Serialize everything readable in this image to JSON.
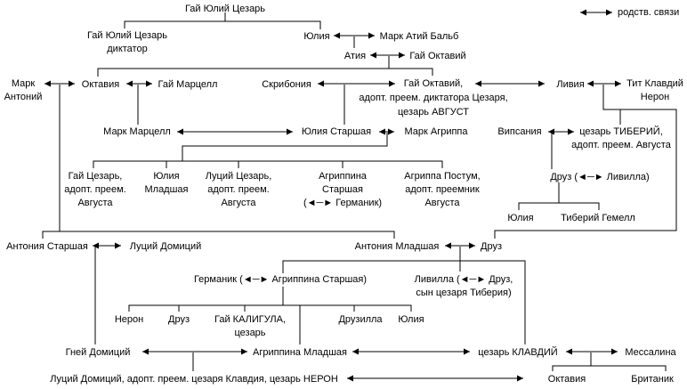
{
  "colors": {
    "background": "#ffffff",
    "line": "#000000",
    "text": "#000000"
  },
  "legend": {
    "label": "родств. связи"
  },
  "nodes": {
    "caesar": {
      "lines": [
        "Гай Юлий Цезарь"
      ]
    },
    "caesar_dictator": {
      "lines": [
        "Гай Юлий Цезарь",
        "диктатор"
      ]
    },
    "julia": {
      "lines": [
        "Юлия"
      ]
    },
    "balbus": {
      "lines": [
        "Марк Атий Бальб"
      ]
    },
    "atia": {
      "lines": [
        "Атия"
      ]
    },
    "gaius_octavius_sr": {
      "lines": [
        "Гай Октавий"
      ]
    },
    "mark_antony": {
      "lines": [
        "Марк",
        "Антоний"
      ]
    },
    "octavia_sister": {
      "lines": [
        "Октавия"
      ]
    },
    "gaius_marcellus": {
      "lines": [
        "Гай Марцелл"
      ]
    },
    "scribonia": {
      "lines": [
        "Скрибония"
      ]
    },
    "augustus": {
      "lines": [
        "Гай Октавий,",
        "адопт. преем. диктатора Цезаря,",
        "цезарь АВГУСТ"
      ]
    },
    "livia": {
      "lines": [
        "Ливия"
      ]
    },
    "tiberius_claudius_nero": {
      "lines": [
        "Тит Клавдий",
        "Нерон"
      ]
    },
    "marcus_marcellus": {
      "lines": [
        "Марк Марцелл"
      ]
    },
    "julia_elder": {
      "lines": [
        "Юлия Старшая"
      ]
    },
    "marcus_agrippa": {
      "lines": [
        "Марк Агриппа"
      ]
    },
    "vipsania": {
      "lines": [
        "Випсания"
      ]
    },
    "tiberius": {
      "lines": [
        "цезарь ТИБЕРИЙ,",
        "адопт. преем. Августа"
      ]
    },
    "gaius_caesar": {
      "lines": [
        "Гай Цезарь,",
        "адопт. преем.",
        "Августа"
      ]
    },
    "julia_younger": {
      "lines": [
        "Юлия",
        "Младшая"
      ]
    },
    "lucius_caesar": {
      "lines": [
        "Луций Цезарь,",
        "адопт. преем.",
        "Августа"
      ]
    },
    "agrippina_elder": {
      "lines": [
        "Агриппина",
        "Старшая",
        "(◄─► Германик)"
      ]
    },
    "agrippa_postumus": {
      "lines": [
        "Агриппа Постум,",
        "адопт. преемник",
        "Августа"
      ]
    },
    "drusus_livilla": {
      "lines": [
        "Друз (◄─► Ливилла)"
      ]
    },
    "julia_tiberius_d": {
      "lines": [
        "Юлия"
      ]
    },
    "tiberius_gemellus": {
      "lines": [
        "Тиберий Гемелл"
      ]
    },
    "antonia_elder": {
      "lines": [
        "Антония Старшая"
      ]
    },
    "lucius_domitius": {
      "lines": [
        "Луций Домиций"
      ]
    },
    "antonia_younger": {
      "lines": [
        "Антония Младшая"
      ]
    },
    "drusus_sr": {
      "lines": [
        "Друз"
      ]
    },
    "germanicus": {
      "lines": [
        "Германик (◄─► Агриппина Старшая)"
      ]
    },
    "livilla": {
      "lines": [
        "Ливилла (◄─► Друз,",
        "сын цезаря Тиберия)"
      ]
    },
    "nero_son": {
      "lines": [
        "Нерон"
      ]
    },
    "drusus_son": {
      "lines": [
        "Друз"
      ]
    },
    "caligula": {
      "lines": [
        "Гай КАЛИГУЛА,",
        "цезарь"
      ]
    },
    "drusilla": {
      "lines": [
        "Друзилла"
      ]
    },
    "julia_livilla": {
      "lines": [
        "Юлия"
      ]
    },
    "gnaeus_domitius": {
      "lines": [
        "Гней Домиций"
      ]
    },
    "agrippina_younger": {
      "lines": [
        "Агриппина Младшая"
      ]
    },
    "claudius": {
      "lines": [
        "цезарь КЛАВДИЙ"
      ]
    },
    "messalina": {
      "lines": [
        "Мессалина"
      ]
    },
    "nero_emperor": {
      "lines": [
        "Луций Домиций, адопт. преем. цезаря Клавдия, цезарь НЕРОН"
      ]
    },
    "octavia_claudia": {
      "lines": [
        "Октавия"
      ]
    },
    "britannicus": {
      "lines": [
        "Британик"
      ]
    }
  }
}
